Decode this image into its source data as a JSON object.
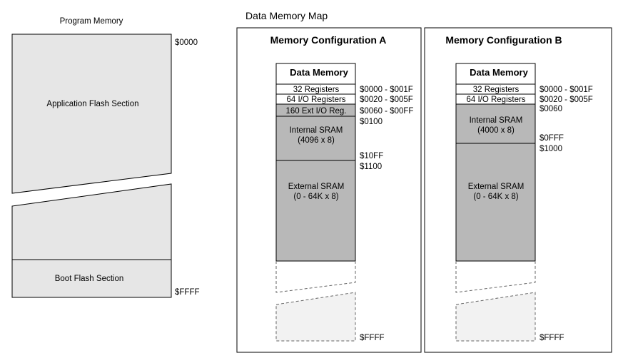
{
  "program_memory": {
    "title": "Program Memory",
    "application_section": "Application Flash Section",
    "boot_section": "Boot Flash Section",
    "start_address": "$0000",
    "end_address": "$FFFF"
  },
  "data_memory_map": {
    "title": "Data Memory Map",
    "config_a": {
      "title": "Memory Configuration A",
      "header": "Data Memory",
      "registers": "32 Registers",
      "io_registers": "64 I/O Registers",
      "ext_io": "160 Ext I/O Reg.",
      "internal_sram_line1": "Internal SRAM",
      "internal_sram_line2": "(4096 x 8)",
      "external_sram_line1": "External SRAM",
      "external_sram_line2": "(0 - 64K x 8)",
      "addr_registers": "$0000 - $001F",
      "addr_io": "$0020 - $005F",
      "addr_ext_io": "$0060 - $00FF",
      "addr_internal_start": "$0100",
      "addr_internal_end": "$10FF",
      "addr_external_start": "$1100",
      "addr_end": "$FFFF"
    },
    "config_b": {
      "title": "Memory Configuration B",
      "header": "Data Memory",
      "registers": "32 Registers",
      "io_registers": "64 I/O Registers",
      "internal_sram_line1": "Internal SRAM",
      "internal_sram_line2": "(4000 x 8)",
      "external_sram_line1": "External SRAM",
      "external_sram_line2": "(0 - 64K x 8)",
      "addr_registers": "$0000 - $001F",
      "addr_io": "$0020 - $005F",
      "addr_internal_start": "$0060",
      "addr_internal_end": "$0FFF",
      "addr_external_start": "$1000",
      "addr_end": "$FFFF"
    }
  },
  "colors": {
    "flash_fill": "#e6e6e6",
    "sram_fill": "#b8b8b8",
    "ext_region_fill": "#f2f2f2",
    "outline": "#000000"
  }
}
